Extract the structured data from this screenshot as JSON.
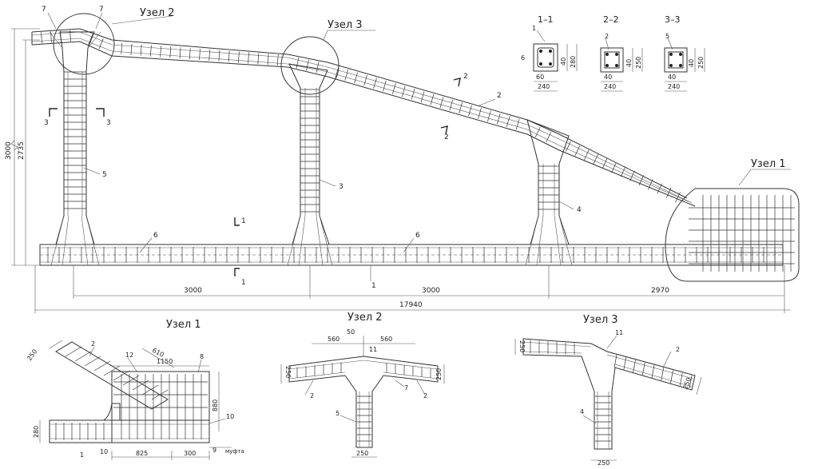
{
  "nodes": {
    "node1_label": "Узел 1",
    "node2_label": "Узел 2",
    "node3_label": "Узел 3"
  },
  "sections": {
    "s11": {
      "title": "1–1",
      "b": "240",
      "h": "280",
      "cover_b": "60",
      "cover_h": "40",
      "pos_top": "1",
      "pos_side": "6"
    },
    "s22": {
      "title": "2–2",
      "b": "240",
      "h": "250",
      "cover_b": "40",
      "cover_h": "40",
      "pos_top": "2"
    },
    "s33": {
      "title": "3–3",
      "b": "240",
      "h": "250",
      "cover_b": "40",
      "cover_h": "40",
      "pos_top": "5"
    }
  },
  "main": {
    "height_total": "3000",
    "height_inner": "2735",
    "span1": "3000",
    "span2": "3000",
    "span3": "2970",
    "total": "17940",
    "pos2": "2",
    "pos3": "3",
    "pos4": "4",
    "pos5": "5",
    "pos6a": "6",
    "pos6b": "6",
    "pos7a": "7",
    "pos7b": "7",
    "pos1": "1",
    "cut1a": "1",
    "cut1b": "1",
    "cut2a": "2",
    "cut2b": "2",
    "cut3a": "3",
    "cut3b": "3"
  },
  "detail1": {
    "title": "Узел 1",
    "d250": "250",
    "d280": "280",
    "d610": "610",
    "d1150": "1150",
    "d880": "880",
    "d825": "825",
    "d300": "300",
    "p2": "2",
    "p12": "12",
    "p8": "8",
    "p10a": "10",
    "p10b": "10",
    "p9": "9",
    "p1": "1",
    "coupler": "муфта"
  },
  "detail2": {
    "title": "Узел 2",
    "d50": "50",
    "d560a": "560",
    "d560b": "560",
    "d250a": "250",
    "d250b": "250",
    "d250c": "250",
    "p11": "11",
    "p2a": "2",
    "p2b": "2",
    "p7": "7",
    "p5": "5"
  },
  "detail3": {
    "title": "Узел 3",
    "d250a": "250",
    "d250b": "250",
    "d250c": "250",
    "p11": "11",
    "p2": "2",
    "p4": "4"
  }
}
